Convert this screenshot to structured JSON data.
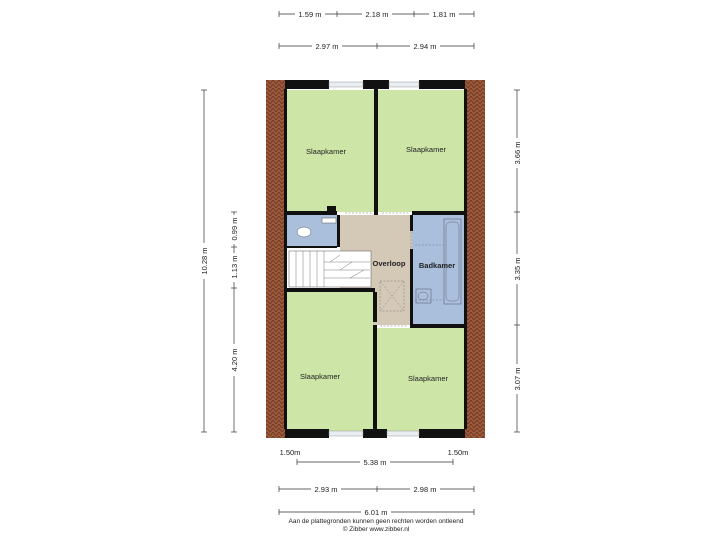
{
  "rooms": {
    "bedroom_top_left": "Slaapkamer",
    "bedroom_top_right": "Slaapkamer",
    "bedroom_bottom_left": "Slaapkamer",
    "bedroom_bottom_right": "Slaapkamer",
    "landing": "Overloop",
    "bathroom": "Badkamer"
  },
  "dimensions": {
    "top_row1": [
      "1.59 m",
      "2.18 m",
      "1.81 m"
    ],
    "top_row2": [
      "2.97 m",
      "2.94 m"
    ],
    "left_overall": "10.28 m",
    "left_mid_a": "0.99 m",
    "left_mid_b": "1.13 m",
    "left_lower": "4.20 m",
    "right_top": "3.66 m",
    "right_mid": "3.35 m",
    "right_bottom": "3.07 m",
    "bottom_left_small": "1.50m",
    "bottom_right_small": "1.50m",
    "bottom_inner": "5.38 m",
    "bottom_row2": [
      "2.93 m",
      "2.98 m"
    ],
    "bottom_overall": "6.01 m"
  },
  "footer": {
    "disclaimer": "Aan de plattegronden kunnen geen rechten worden ontleend",
    "copyright": "© Zibber www.zibber.nl"
  },
  "colors": {
    "bedroom": "#cde6a8",
    "landing": "#d4c8b6",
    "bathroom": "#a9bfdc",
    "roof": "#8b4a2e",
    "wall": "#111111"
  }
}
